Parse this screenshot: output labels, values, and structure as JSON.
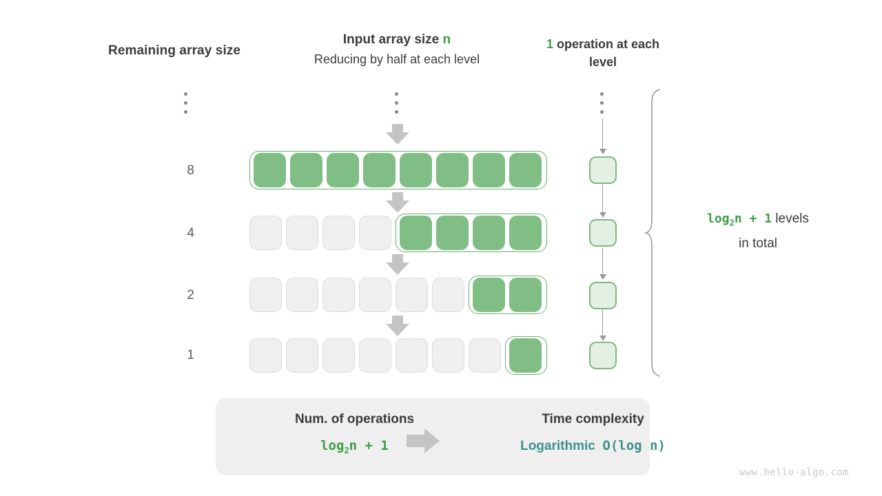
{
  "headers": {
    "left": "Remaining array size",
    "mid_prefix": "Input array size ",
    "mid_var": "n",
    "mid_sub": "Reducing by half at each level",
    "right_num": "1",
    "right_text": " operation at each level"
  },
  "levels": [
    {
      "label": "8",
      "total_cells": 8,
      "filled_from": 0,
      "filled_count": 8
    },
    {
      "label": "4",
      "total_cells": 8,
      "filled_from": 4,
      "filled_count": 4
    },
    {
      "label": "2",
      "total_cells": 8,
      "filled_from": 6,
      "filled_count": 2
    },
    {
      "label": "1",
      "total_cells": 8,
      "filled_from": 7,
      "filled_count": 1
    }
  ],
  "ellipsis": {
    "count": 3
  },
  "annotation": {
    "formula": "log2n + 1",
    "formula_base": "log",
    "formula_sub": "2",
    "formula_tail": "n + 1",
    "text_line1": " levels",
    "text_line2": "in total"
  },
  "summary": {
    "left_title": "Num. of operations",
    "left_value_base": "log",
    "left_value_sub": "2",
    "left_value_tail": "n + 1",
    "arrow": "right-arrow-icon",
    "right_title": "Time complexity",
    "right_value_word": "Logarithmic",
    "right_value_code": "O(log n)"
  },
  "watermark": "www.hello-algo.com",
  "colors": {
    "green_accent": "#3e9c46",
    "green_fill": "#81be85",
    "green_border": "#69b06f",
    "green_light_fill": "#e4f0e4",
    "teal": "#3c9188",
    "gray_cell": "#efefef",
    "gray_arrow": "#c4c4c4",
    "text": "#3b3b3b"
  },
  "chart_data": {
    "type": "diagram",
    "title": "Logarithmic time complexity — halving the array at each level",
    "levels": [
      {
        "remaining_array_size": 8,
        "operations": 1
      },
      {
        "remaining_array_size": 4,
        "operations": 1
      },
      {
        "remaining_array_size": 2,
        "operations": 1
      },
      {
        "remaining_array_size": 1,
        "operations": 1
      }
    ],
    "total_levels": "log2n + 1",
    "num_operations": "log2n + 1",
    "time_complexity": "O(log n)"
  }
}
